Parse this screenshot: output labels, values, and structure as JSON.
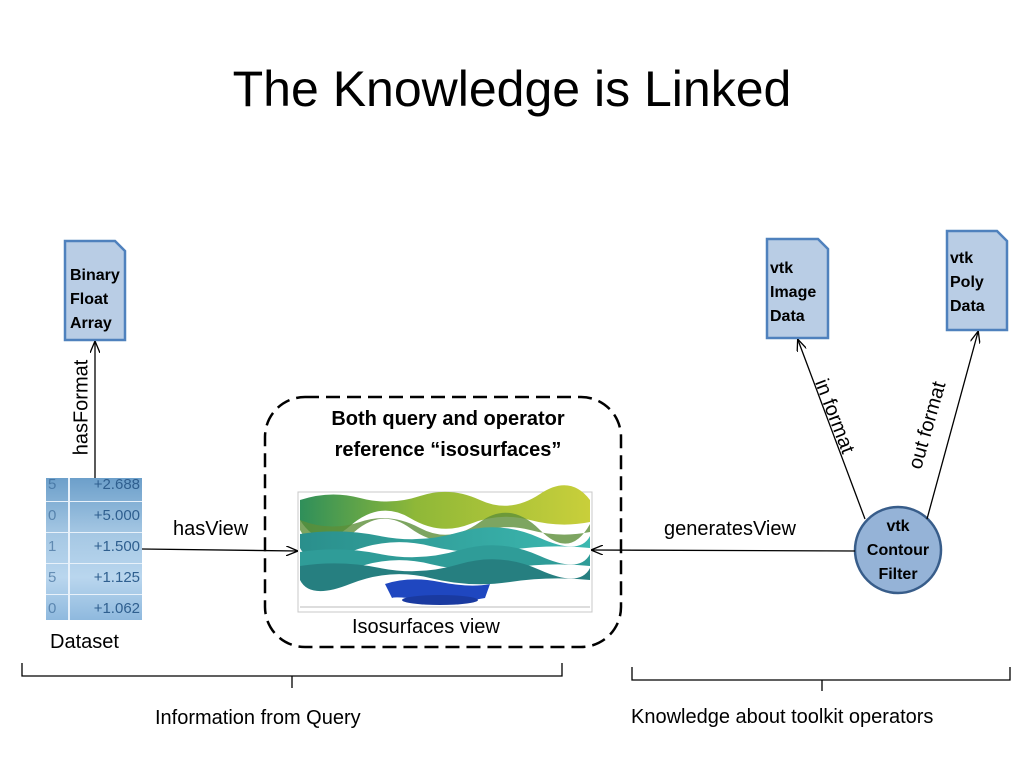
{
  "title": "The Knowledge is Linked",
  "left_doc": {
    "lines": [
      "Binary",
      "Float",
      "Array"
    ]
  },
  "right_doc1": {
    "lines": [
      "vtk",
      "Image",
      "Data"
    ]
  },
  "right_doc2": {
    "lines": [
      "vtk",
      "Poly",
      "Data"
    ]
  },
  "vtk_filter": {
    "lines": [
      "vtk",
      "Contour",
      "Filter"
    ]
  },
  "edges": {
    "has_format": "hasFormat",
    "has_view": "hasView",
    "generates_view": "generatesView",
    "in_format": "in format",
    "out_format": "out format"
  },
  "note": {
    "line1": "Both query and operator",
    "line2": "reference “isosurfaces”"
  },
  "isosurfaces_label": "Isosurfaces view",
  "dataset_label": "Dataset",
  "dataset_values": [
    "+2.688",
    "+5.000",
    "+1.500",
    "+1.125",
    "+1.062"
  ],
  "dataset_index": [
    "5",
    "0",
    "1",
    "5",
    "0"
  ],
  "brace_left": "Information from Query",
  "brace_right": "Knowledge about toolkit operators",
  "colors": {
    "doc_fill": "#b9cde5",
    "doc_stroke": "#4f81bd",
    "circle_fill": "#95b3d7",
    "circle_stroke": "#385d8a"
  }
}
